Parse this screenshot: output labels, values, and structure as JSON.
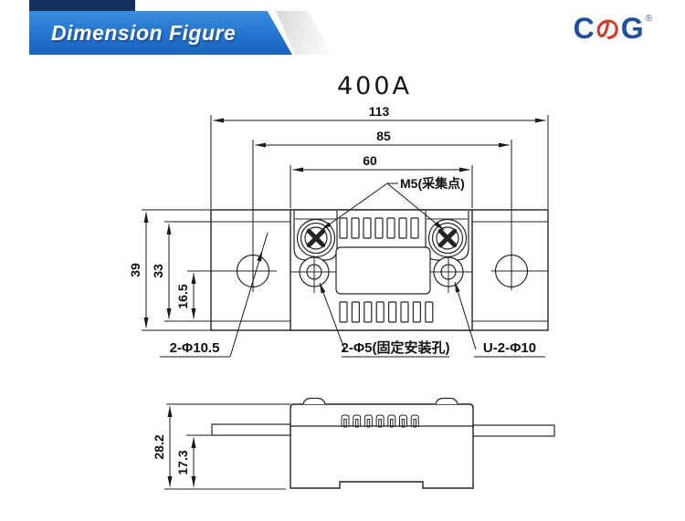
{
  "header": {
    "banner_title": "Dimension Figure",
    "logo_c": "C",
    "logo_no": "の",
    "logo_g": "G",
    "logo_reg": "®",
    "colors": {
      "banner_blue_top": "#3a8cde",
      "banner_blue_bottom": "#1b64be",
      "top_bar_navy": "#16305e",
      "logo_blue": "#1e4f9e",
      "logo_red": "#d13c28",
      "drawing_line": "#242424"
    }
  },
  "drawing": {
    "title": "400A",
    "top_view": {
      "dim_width_total": "113",
      "dim_hole_spacing": "85",
      "dim_body_width": "60",
      "dim_height_total": "39",
      "dim_height_inner": "33",
      "dim_hole_offset": "16.5",
      "label_m5": "M5(采集点)",
      "label_end_holes": "2-Φ10.5",
      "label_fixing_holes": "2-Φ5(固定安装孔)",
      "label_counterbore": "U-2-Φ10"
    },
    "side_view": {
      "dim_height_total": "28.2",
      "dim_height_base": "17.3"
    }
  }
}
